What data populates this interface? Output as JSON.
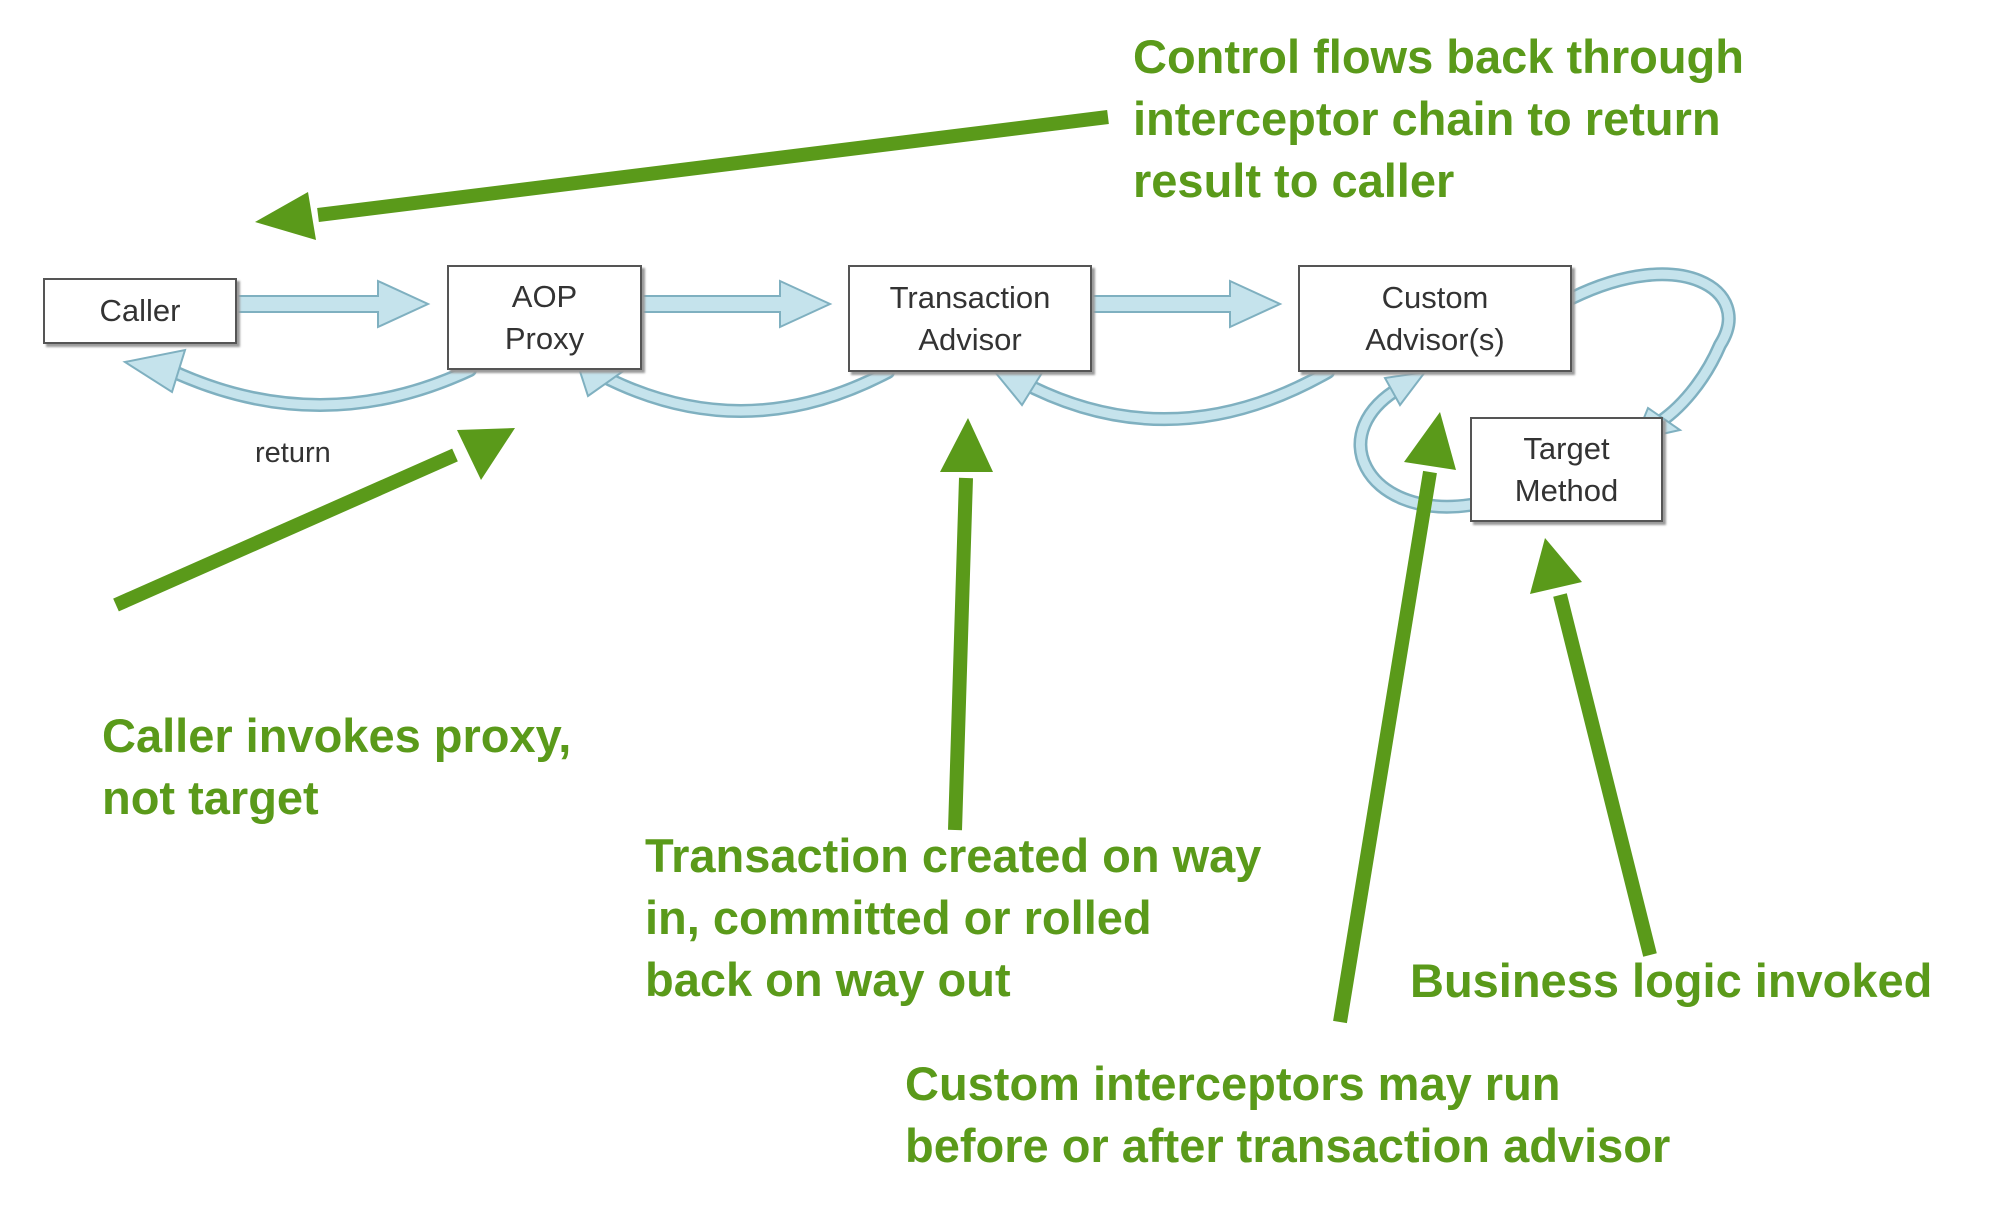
{
  "colors": {
    "annotation": "#5a9a1a",
    "flow_arrow_fill": "#c5e3ec",
    "flow_arrow_stroke": "#7fb0c0",
    "box_border": "#555555",
    "box_text": "#333333"
  },
  "nodes": {
    "caller": "Caller",
    "aop_proxy": "AOP\nProxy",
    "transaction_advisor": "Transaction\nAdvisor",
    "custom_advisors": "Custom\nAdvisor(s)",
    "target_method": "Target\nMethod"
  },
  "labels": {
    "return": "return"
  },
  "annotations": {
    "control_flows_back": "Control flows back through\ninterceptor chain to return\nresult to caller",
    "caller_invokes_proxy": "Caller invokes proxy,\nnot target",
    "transaction_created": "Transaction created on way\nin, committed or rolled\nback on way out",
    "business_logic": "Business logic invoked",
    "custom_interceptors": "Custom interceptors may run\nbefore or after transaction advisor"
  }
}
